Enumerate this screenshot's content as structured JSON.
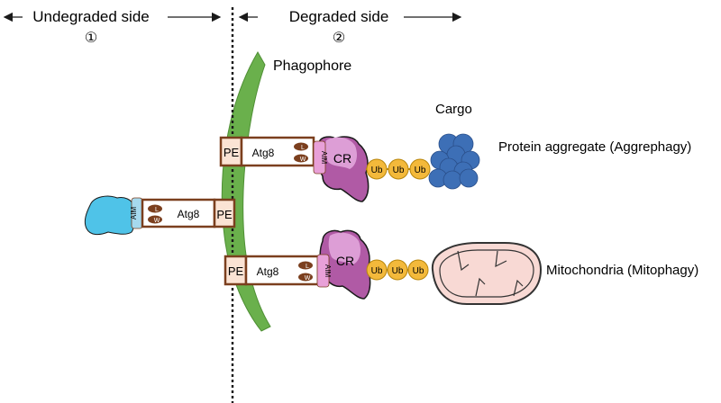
{
  "header": {
    "left_label": "Undegraded side",
    "left_number": "①",
    "right_label": "Degraded side",
    "right_number": "②"
  },
  "labels": {
    "phagophore": "Phagophore",
    "cargo": "Cargo",
    "aggregate": "Protein aggregate (Aggrephagy)",
    "mitochondria": "Mitochondria (Mitophagy)"
  },
  "molecules": {
    "pe": "PE",
    "atg8": "Atg8",
    "aim": "AIM",
    "l": "L",
    "w": "W",
    "cr": "CR",
    "ub": "Ub"
  },
  "colors": {
    "phagophore": "#6ab04c",
    "atg8_border": "#7b3f1e",
    "pe_fill": "#fbe3d4",
    "lw_fill": "#7b3f1e",
    "cr_fill": "#b05aa5",
    "cr_light": "#dd9ed6",
    "ub_fill": "#f3b93b",
    "aggregate": "#3d6fb6",
    "mito_fill": "#f8d9d4",
    "receptor_blue": "#4fc3e8"
  }
}
